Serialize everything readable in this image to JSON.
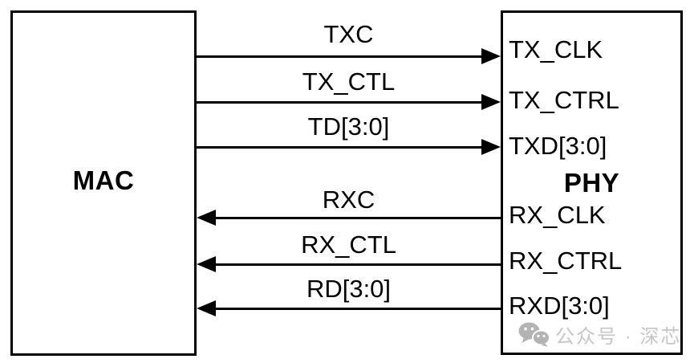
{
  "blocks": {
    "mac": {
      "label": "MAC"
    },
    "phy": {
      "label": "PHY"
    }
  },
  "signals": [
    {
      "bus_label": "TXC",
      "phy_port": "TX_CLK",
      "direction": "mac_to_phy"
    },
    {
      "bus_label": "TX_CTL",
      "phy_port": "TX_CTRL",
      "direction": "mac_to_phy"
    },
    {
      "bus_label": "TD[3:0]",
      "phy_port": "TXD[3:0]",
      "direction": "mac_to_phy"
    },
    {
      "bus_label": "RXC",
      "phy_port": "RX_CLK",
      "direction": "phy_to_mac"
    },
    {
      "bus_label": "RX_CTL",
      "phy_port": "RX_CTRL",
      "direction": "phy_to_mac"
    },
    {
      "bus_label": "RD[3:0]",
      "phy_port": "RXD[3:0]",
      "direction": "phy_to_mac"
    }
  ],
  "watermark": {
    "icon": "wechat-icon",
    "text": "公众号 · 深芯"
  },
  "colors": {
    "ink": "#000000",
    "background": "#ffffff",
    "watermark_text": "#c6c6c6",
    "watermark_icon": "#b3b3b3"
  }
}
